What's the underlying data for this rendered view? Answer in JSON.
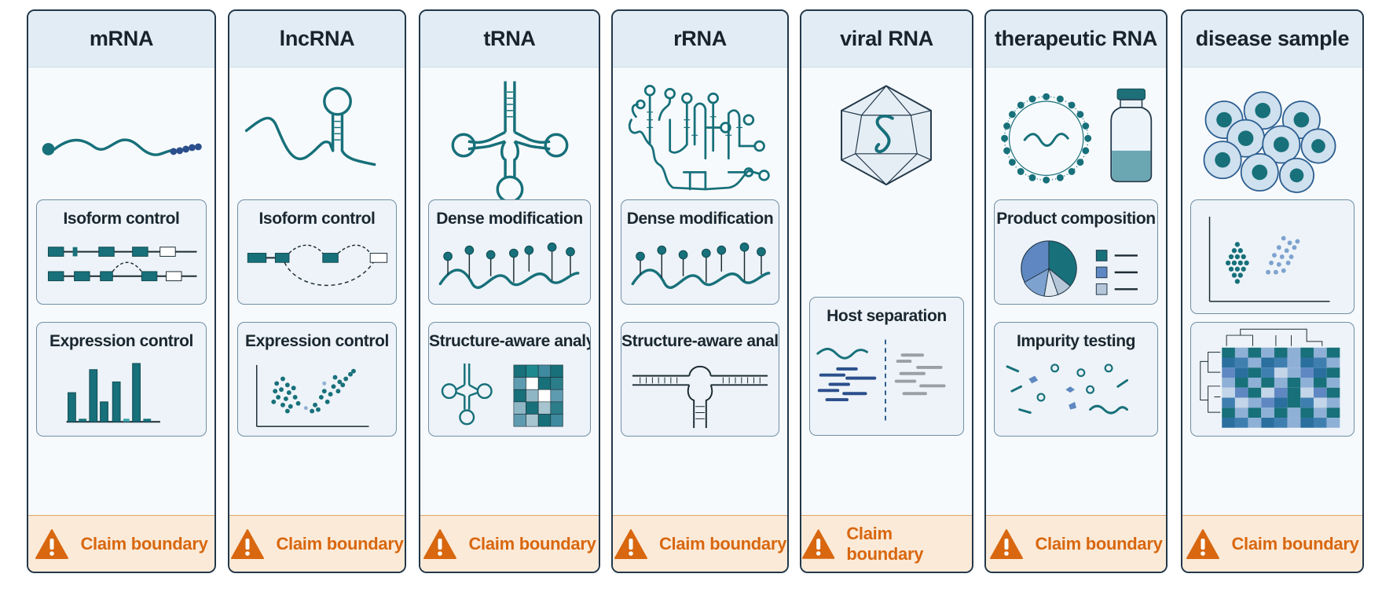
{
  "colors": {
    "teal": "#17707a",
    "header_bg": "#e2ecf4",
    "box_bg": "#edf3f8",
    "warning_orange": "#d8670f",
    "warning_bg": "#fbead8",
    "blue_light": "#8fb0d6"
  },
  "panels": [
    {
      "title": "mRNA",
      "illustration": "mrna-strand-icon",
      "boxes": [
        {
          "title": "Isoform control",
          "figure": "isoform-exon-diagram"
        },
        {
          "title": "Expression control",
          "figure": "expression-bar-chart"
        }
      ],
      "footer": "Claim boundary"
    },
    {
      "title": "lncRNA",
      "illustration": "lncrna-hairpin-icon",
      "boxes": [
        {
          "title": "Isoform control",
          "figure": "isoform-splice-diagram"
        },
        {
          "title": "Expression control",
          "figure": "expression-scatter-plot"
        }
      ],
      "footer": "Claim boundary"
    },
    {
      "title": "tRNA",
      "illustration": "trna-cloverleaf-icon",
      "boxes": [
        {
          "title": "Dense modification",
          "figure": "modification-wave-diagram"
        },
        {
          "title": "Structure-aware analysis",
          "figure": "structure-heatmap-diagram"
        }
      ],
      "footer": "Claim boundary"
    },
    {
      "title": "rRNA",
      "illustration": "rrna-structure-icon",
      "boxes": [
        {
          "title": "Dense modification",
          "figure": "modification-wave-diagram"
        },
        {
          "title": "Structure-aware analysis",
          "figure": "helix-loop-diagram"
        }
      ],
      "footer": "Claim boundary"
    },
    {
      "title": "viral RNA",
      "illustration": "virus-capsid-icon",
      "boxes": [
        {
          "title": "Host separation",
          "figure": "read-separation-diagram"
        }
      ],
      "footer": "Claim boundary"
    },
    {
      "title": "therapeutic RNA",
      "illustration": "lipid-nanoparticle-vial-icon",
      "boxes": [
        {
          "title": "Product composition",
          "figure": "composition-pie-chart"
        },
        {
          "title": "Impurity testing",
          "figure": "impurity-fragments-diagram"
        }
      ],
      "footer": "Claim boundary"
    },
    {
      "title": "disease sample",
      "illustration": "cell-cluster-icon",
      "boxes": [
        {
          "title": "",
          "figure": "cluster-scatter-plot"
        },
        {
          "title": "",
          "figure": "clustered-heatmap"
        }
      ],
      "footer": "Claim boundary"
    }
  ]
}
